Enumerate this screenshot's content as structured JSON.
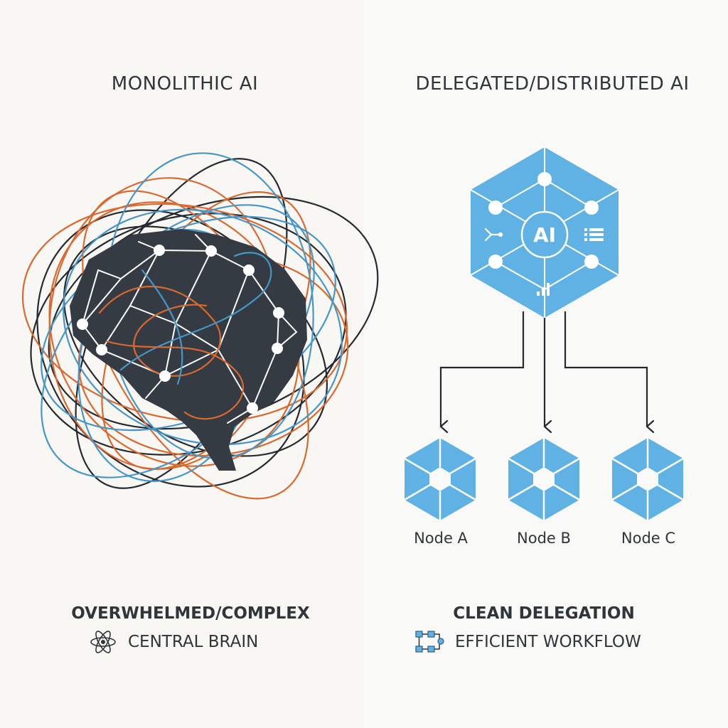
{
  "left_panel": {
    "heading": "MONOLITHIC AI",
    "caption_title": "OVERWHELMED/COMPLEX",
    "caption_subtitle": "CENTRAL BRAIN",
    "caption_icon": "atom-icon"
  },
  "right_panel": {
    "heading": "DELEGATED/DISTRIBUTED AI",
    "hub_label": "AI",
    "hub_icons": [
      "branch-icon",
      "list-icon",
      "bar-chart-icon"
    ],
    "nodes": [
      {
        "label": "Node A"
      },
      {
        "label": "Node B"
      },
      {
        "label": "Node C"
      }
    ],
    "caption_title": "CLEAN DELEGATION",
    "caption_subtitle": "EFFICIENT WORKFLOW",
    "caption_icon": "workflow-icon"
  },
  "colors": {
    "background": "#f8f8f5",
    "brain": "#353b42",
    "orange_lines": "#d9692f",
    "blue_lines": "#4796c8",
    "dark_lines": "#252a31",
    "hex_blue": "#5fb2e3",
    "text": "#2f353b"
  }
}
